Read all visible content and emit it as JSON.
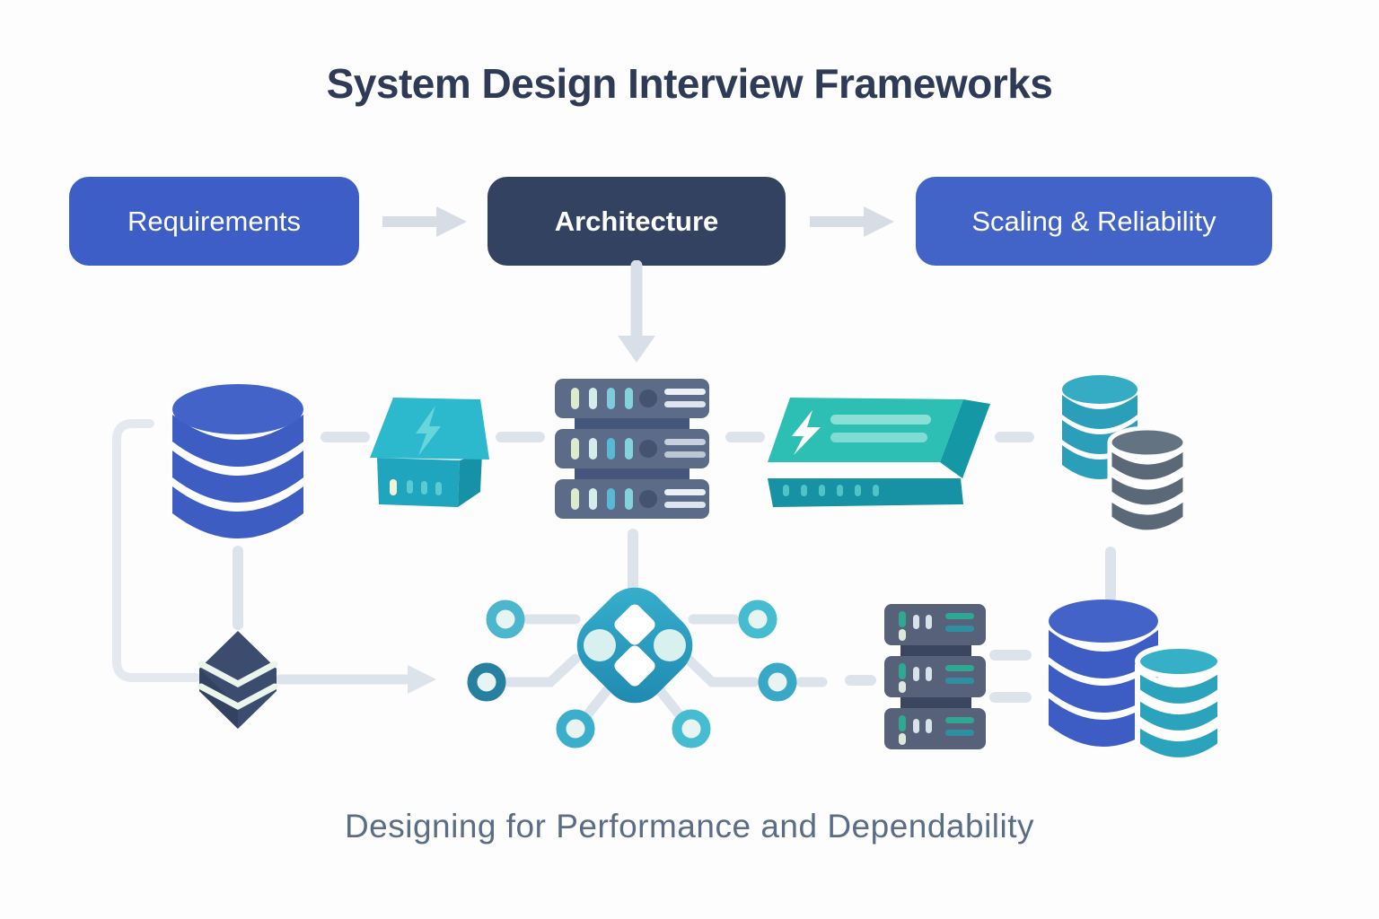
{
  "title": "System Design Interview Frameworks",
  "flow": {
    "steps": [
      {
        "label": "Requirements",
        "bg": "#3d5ec6"
      },
      {
        "label": "Architecture",
        "bg": "#344261"
      },
      {
        "label": "Scaling & Reliability",
        "bg": "#4263c8"
      }
    ]
  },
  "diagram": {
    "row1_icons": [
      "database-icon",
      "cache-node-icon",
      "server-rack-icon",
      "flash-layer-icon",
      "database-replica-icon"
    ],
    "row2_icons": [
      "storage-layers-icon",
      "network-hub-icon",
      "server-rack-small-icon",
      "database-cluster-icon"
    ]
  },
  "caption": "Designing for Performance and Dependability",
  "colors": {
    "primary_blue": "#3d5ec6",
    "dark_navy": "#344261",
    "teal_cache": "#2cb9ce",
    "teal_green_card": "#2ebfb4",
    "slate_server": "#5b6b88",
    "hub_teal": "#2aa0c4",
    "connector_gray": "#dce3eb",
    "title_text": "#2e3a56",
    "caption_text": "#5b6c86"
  }
}
